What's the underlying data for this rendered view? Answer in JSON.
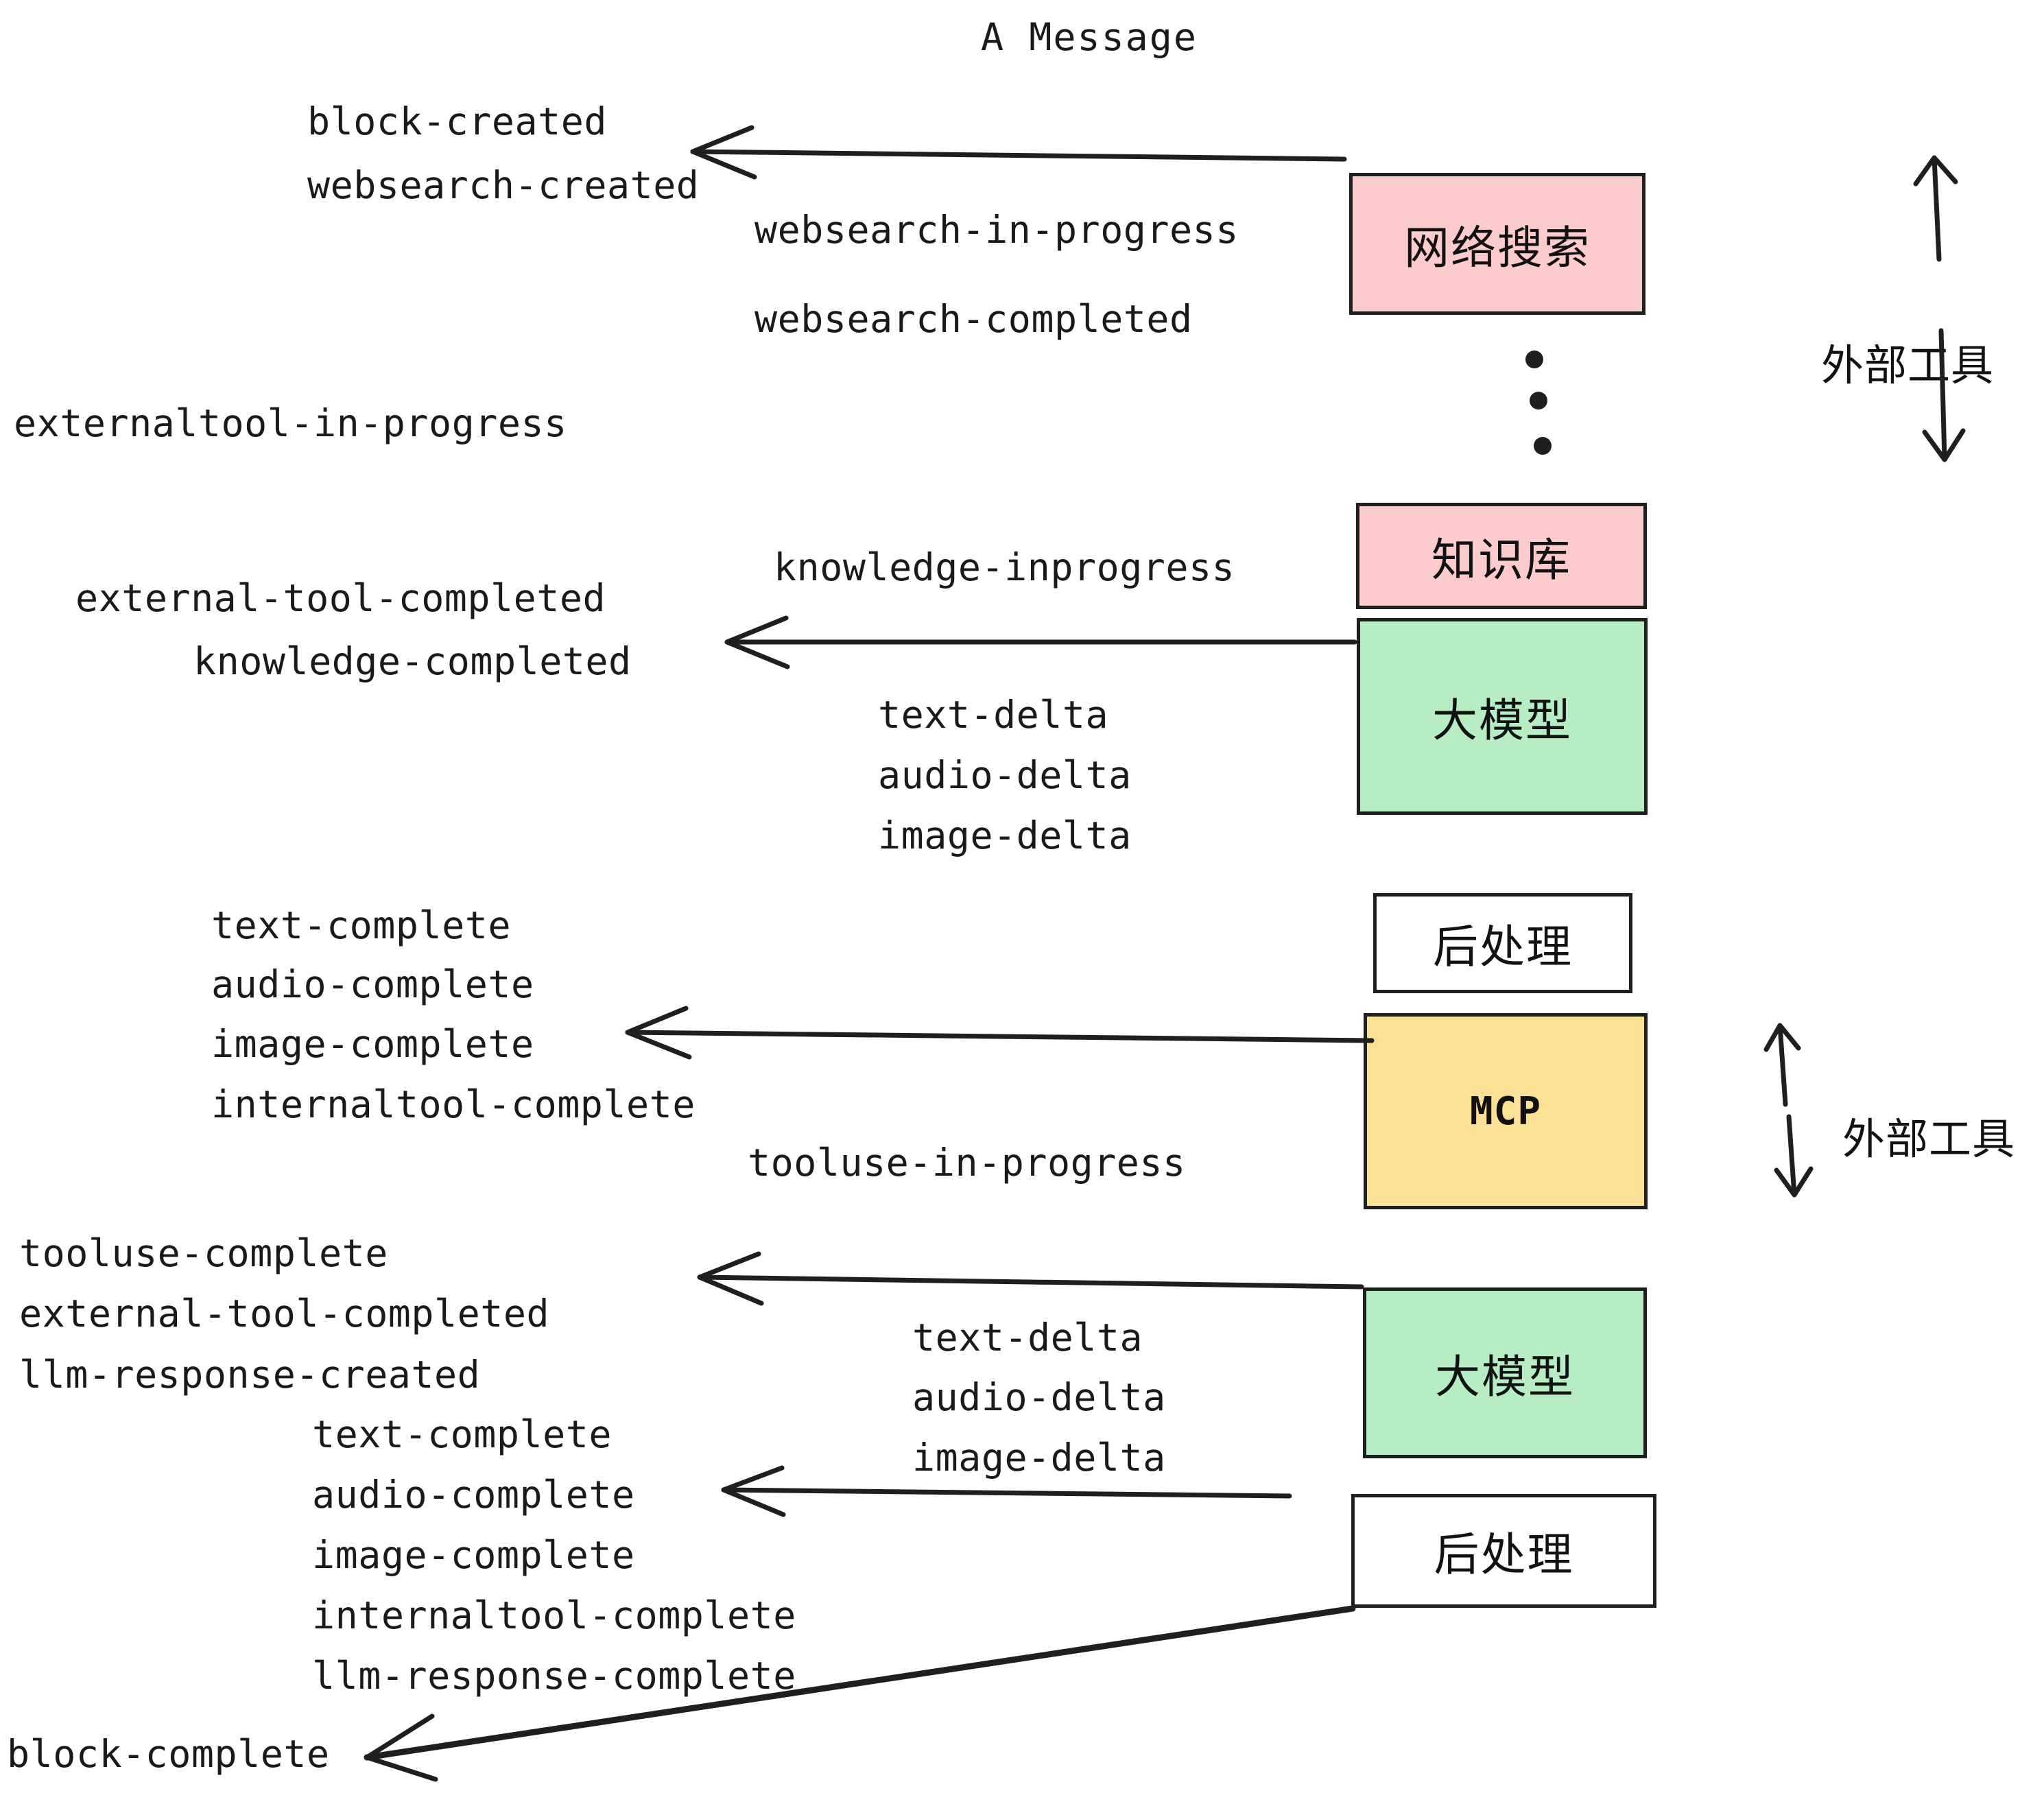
{
  "title": "A Message",
  "colors": {
    "pink": "#fbcccb",
    "green": "#b6edc4",
    "yellow": "#fae196",
    "white": "#ffffff",
    "stroke": "#1f1f1f",
    "text": "#1a1a1a"
  },
  "nodes": {
    "websearch": "网络搜索",
    "knowledge": "知识库",
    "llm_1": "大模型",
    "postprocess_1": "后处理",
    "mcp": "MCP",
    "llm_2": "大模型",
    "postprocess_2": "后处理"
  },
  "side_labels": {
    "external_tool_top": "外部工具",
    "external_tool_bottom": "外部工具"
  },
  "events": {
    "block_created": "block-created",
    "websearch_created": "websearch-created",
    "websearch_in_progress": "websearch-in-progress",
    "websearch_completed": "websearch-completed",
    "externaltool_in_progress": "externaltool-in-progress",
    "knowledge_inprogress": "knowledge-inprogress",
    "external_tool_completed_1": "external-tool-completed",
    "knowledge_completed": "knowledge-completed",
    "text_delta_1": "text-delta",
    "audio_delta_1": "audio-delta",
    "image_delta_1": "image-delta",
    "text_complete_1": "text-complete",
    "audio_complete_1": "audio-complete",
    "image_complete_1": "image-complete",
    "internaltool_complete_1": "internaltool-complete",
    "tooluse_in_progress": "tooluse-in-progress",
    "tooluse_complete": "tooluse-complete",
    "external_tool_completed_2": "external-tool-completed",
    "llm_response_created": "llm-response-created",
    "text_delta_2": "text-delta",
    "audio_delta_2": "audio-delta",
    "image_delta_2": "image-delta",
    "text_complete_2": "text-complete",
    "audio_complete_2": "audio-complete",
    "image_complete_2": "image-complete",
    "internaltool_complete_2": "internaltool-complete",
    "llm_response_complete": "llm-response-complete",
    "block_complete": "block-complete"
  }
}
